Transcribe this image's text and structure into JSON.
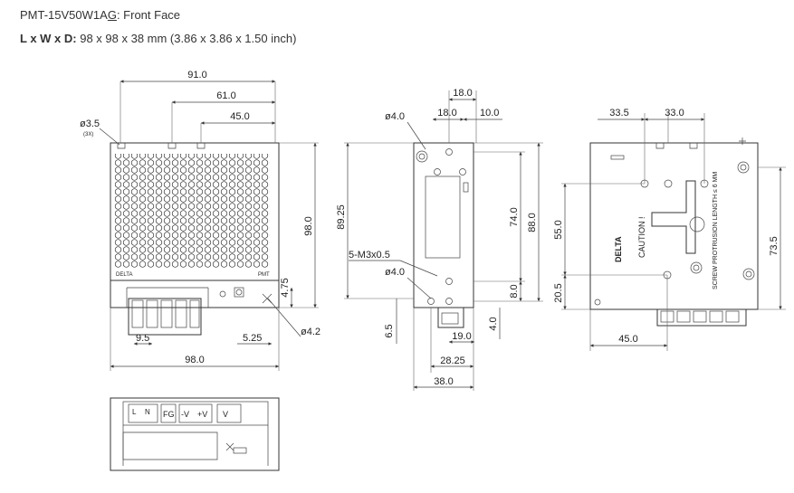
{
  "header": {
    "model_prefix": "PMT-15V50W1A",
    "model_underlined": "G",
    "model_suffix": ": Front Face",
    "dims_label": "L x W x D:",
    "dims_value": " 98 x 98 x 38 mm (3.86 x 3.86 x 1.50 inch)"
  },
  "front": {
    "d91": "91.0",
    "d61": "61.0",
    "d45": "45.0",
    "hole_dia": "ø3.5",
    "hole_qty": "(3X)",
    "d98h": "98.0",
    "d475": "4.75",
    "d42": "ø4.2",
    "d525": "5.25",
    "d95": "9.5",
    "d98w": "98.0",
    "brand": "DELTA",
    "pmt": "PMT"
  },
  "side": {
    "d18top": "18.0",
    "d40a": "ø4.0",
    "d18": "18.0",
    "d10": "10.0",
    "d8925": "89.25",
    "d74": "74.0",
    "d88": "88.0",
    "screw": "5-M3x0.5",
    "d40b": "ø4.0",
    "d8": "8.0",
    "d65": "6.5",
    "d4": "4.0",
    "d19": "19.0",
    "d2825": "28.25",
    "d38": "38.0"
  },
  "back": {
    "d335": "33.5",
    "d33": "33.0",
    "d55": "55.0",
    "d205": "20.5",
    "d45": "45.0",
    "d735": "73.5",
    "brand": "DELTA",
    "caution": "CAUTION !",
    "screw_note": "SCREW PROTRUSION LENGTH ≤ 6 MM"
  },
  "terminal": {
    "t1": "L",
    "t1b": "N",
    "t2": "FG",
    "t3": "-V",
    "t4": "+V",
    "t5": "V"
  }
}
